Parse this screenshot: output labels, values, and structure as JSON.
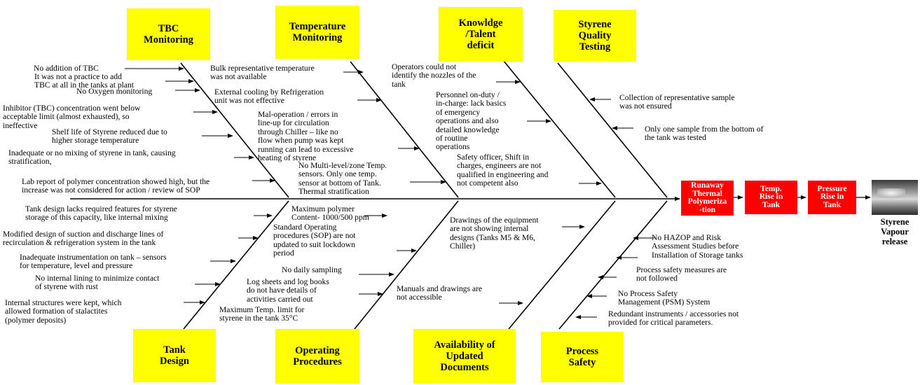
{
  "categories": {
    "tbc_monitoring": "TBC\nMonitoring",
    "temperature_monitoring": "Temperature\nMonitoring",
    "knowledge_talent": "Knowldge\n/Talent\ndeficit",
    "styrene_quality": "Styrene\nQuality\nTesting",
    "tank_design": "Tank\nDesign",
    "operating_procedures": "Operating\nProcedures",
    "availability_documents": "Availability of\nUpdated\nDocuments",
    "process_safety": "Process\nSafety"
  },
  "causes": {
    "tbc": [
      "No addition of TBC",
      "It was not a practice to add\nTBC at all in the tanks at plant",
      "No Oxygen monitoring",
      "Inhibitor (TBC) concentration went below\nacceptable limit (almost exhausted), so\nineffective",
      "Shelf life of Styrene reduced due to\nhigher storage temperature",
      "Inadequate or no mixing of styrene in tank, causing\nstratification,",
      "Lab report of polymer concentration showed high, but the\nincrease was not considered for action / review of SOP"
    ],
    "temperature": [
      "Bulk representative temperature\nwas not available",
      "External cooling by Refrigeration\nunit was not effective",
      "Mal-operation / errors in\nline-up for circulation\nthrough Chiller – like no\nflow when pump was kept\nrunning can lead to excessive\nheating of styrene",
      "No Multi-level/zone Temp.\nsensors. Only one temp.\nsensor at bottom of Tank.\nThermal stratification"
    ],
    "knowledge": [
      "Operators could not\nidentify the nozzles of the\ntank",
      "Personnel on-duty /\nin-charge: lack basics\nof emergency\noperations and also\ndetailed knowledge\nof routine\noperations",
      "Safety officer, Shift in\ncharges, engineers are not\nqualified in engineering and\nnot competent also"
    ],
    "quality": [
      "Collection of representative sample\nwas not ensured",
      "Only one sample from the bottom of\nthe tank was tested"
    ],
    "tank_design": [
      "Tank design lacks required features for styrene\nstorage of this capacity, like internal mixing",
      "Modified design of suction and discharge lines of\nrecirculation & refrigeration system in the tank",
      "Inadequate instrumentation on tank – sensors\nfor temperature, level and pressure",
      "No internal lining to minimize contact\nof styrene with rust",
      "Internal structures were kept, which\nallowed formation of stalactites\n(polymer deposits)"
    ],
    "operating": [
      "Maximum polymer\nContent- 1000/500 ppm",
      "Standard Operating\nprocedures (SOP) are not\nupdated to suit lockdown\nperiod",
      "No daily sampling",
      "Log sheets and log books\ndo not have details of\nactivities carried out",
      "Maximum Temp. limit for\nstyrene in the tank 35°C"
    ],
    "documents": [
      "Drawings of the equipment\nare not showing internal\ndesigns (Tanks M5 & M6,\nChiller)",
      "Manuals and drawings are\nnot accessible"
    ],
    "process_safety": [
      "No HAZOP and Risk\nAssessment Studies before\nInstallation of Storage tanks",
      "Process safety measures are\nnot followed",
      "No Process Safety\nManagement (PSM) System",
      "Redundant instruments / accessories not\nprovided for critical parameters."
    ]
  },
  "effects": [
    "Runaway\nThermal\nPolymeriza\n-tion",
    "Temp.\nRise in\nTank",
    "Pressure\nRise in\nTank"
  ],
  "final_effect": "Styrene\nVapour\nrelease",
  "colors": {
    "category_fill": "#ffff00",
    "effect_fill": "#ff0000",
    "line": "#000000"
  }
}
